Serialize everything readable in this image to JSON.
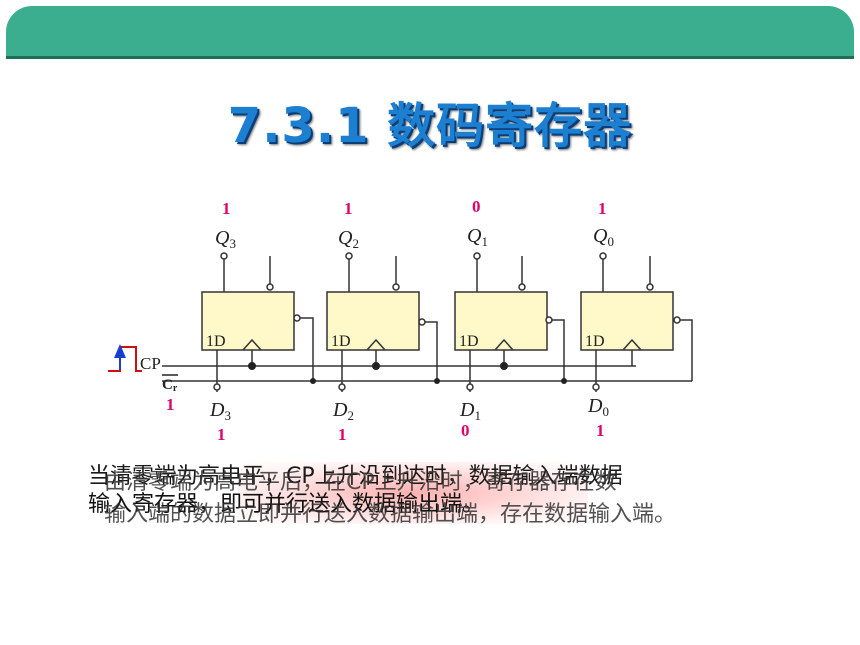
{
  "title": "7.3.1 数码寄存器",
  "outputs": {
    "q3": {
      "value": "1",
      "label": "Q",
      "sub": "3"
    },
    "q2": {
      "value": "1",
      "label": "Q",
      "sub": "2"
    },
    "q1": {
      "value": "0",
      "label": "Q",
      "sub": "1"
    },
    "q0": {
      "value": "1",
      "label": "Q",
      "sub": "0"
    }
  },
  "inputs": {
    "d3": {
      "value": "1",
      "label": "D",
      "sub": "3"
    },
    "d2": {
      "value": "1",
      "label": "D",
      "sub": "2"
    },
    "d1": {
      "value": "0",
      "label": "D",
      "sub": "1"
    },
    "d0": {
      "value": "1",
      "label": "D",
      "sub": "0"
    }
  },
  "flipflop_label": "1D",
  "cp_label": "CP",
  "cr_label": "C",
  "cr_sub": "r",
  "cr_value": "1",
  "colors": {
    "header": "#3aae8e",
    "title": "#1c7fd0",
    "value": "#e0006a",
    "box": "#fff8c8"
  },
  "notes": {
    "line1a": "当清零端为高电平，CP上升沿到达时，数据输入端数据",
    "line1b": "由清零端为高电平后，在CP上升沿时，寄存器存在数",
    "line2a": "输入寄存器，即可并行送入数据输出端。",
    "line2b": "输入端的数据立即并行送入数据输出端，存在数据输入端。"
  }
}
